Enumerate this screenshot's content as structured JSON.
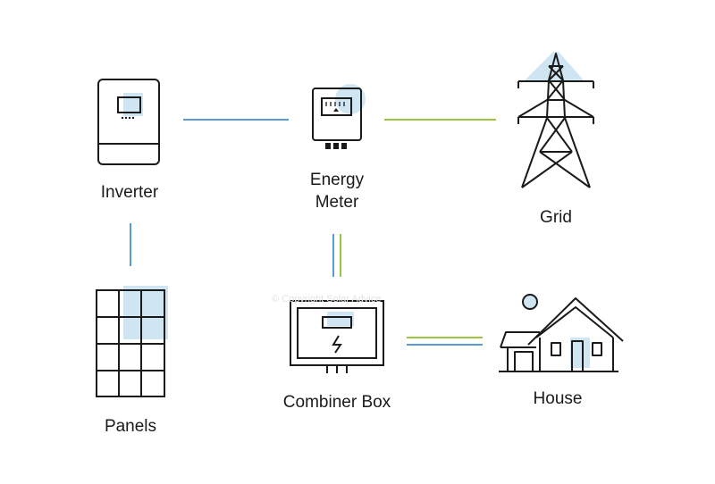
{
  "nodes": {
    "inverter": "Inverter",
    "energy_meter_line1": "Energy",
    "energy_meter_line2": "Meter",
    "grid": "Grid",
    "panels": "Panels",
    "combiner_box": "Combiner Box",
    "house": "House"
  },
  "watermark": "© Copyright Solar Advice",
  "colors": {
    "outline": "#1a1a1a",
    "accent_fill": "#cfe6f2",
    "line_blue": "#5b9bd5",
    "line_green": "#9bc53d"
  }
}
